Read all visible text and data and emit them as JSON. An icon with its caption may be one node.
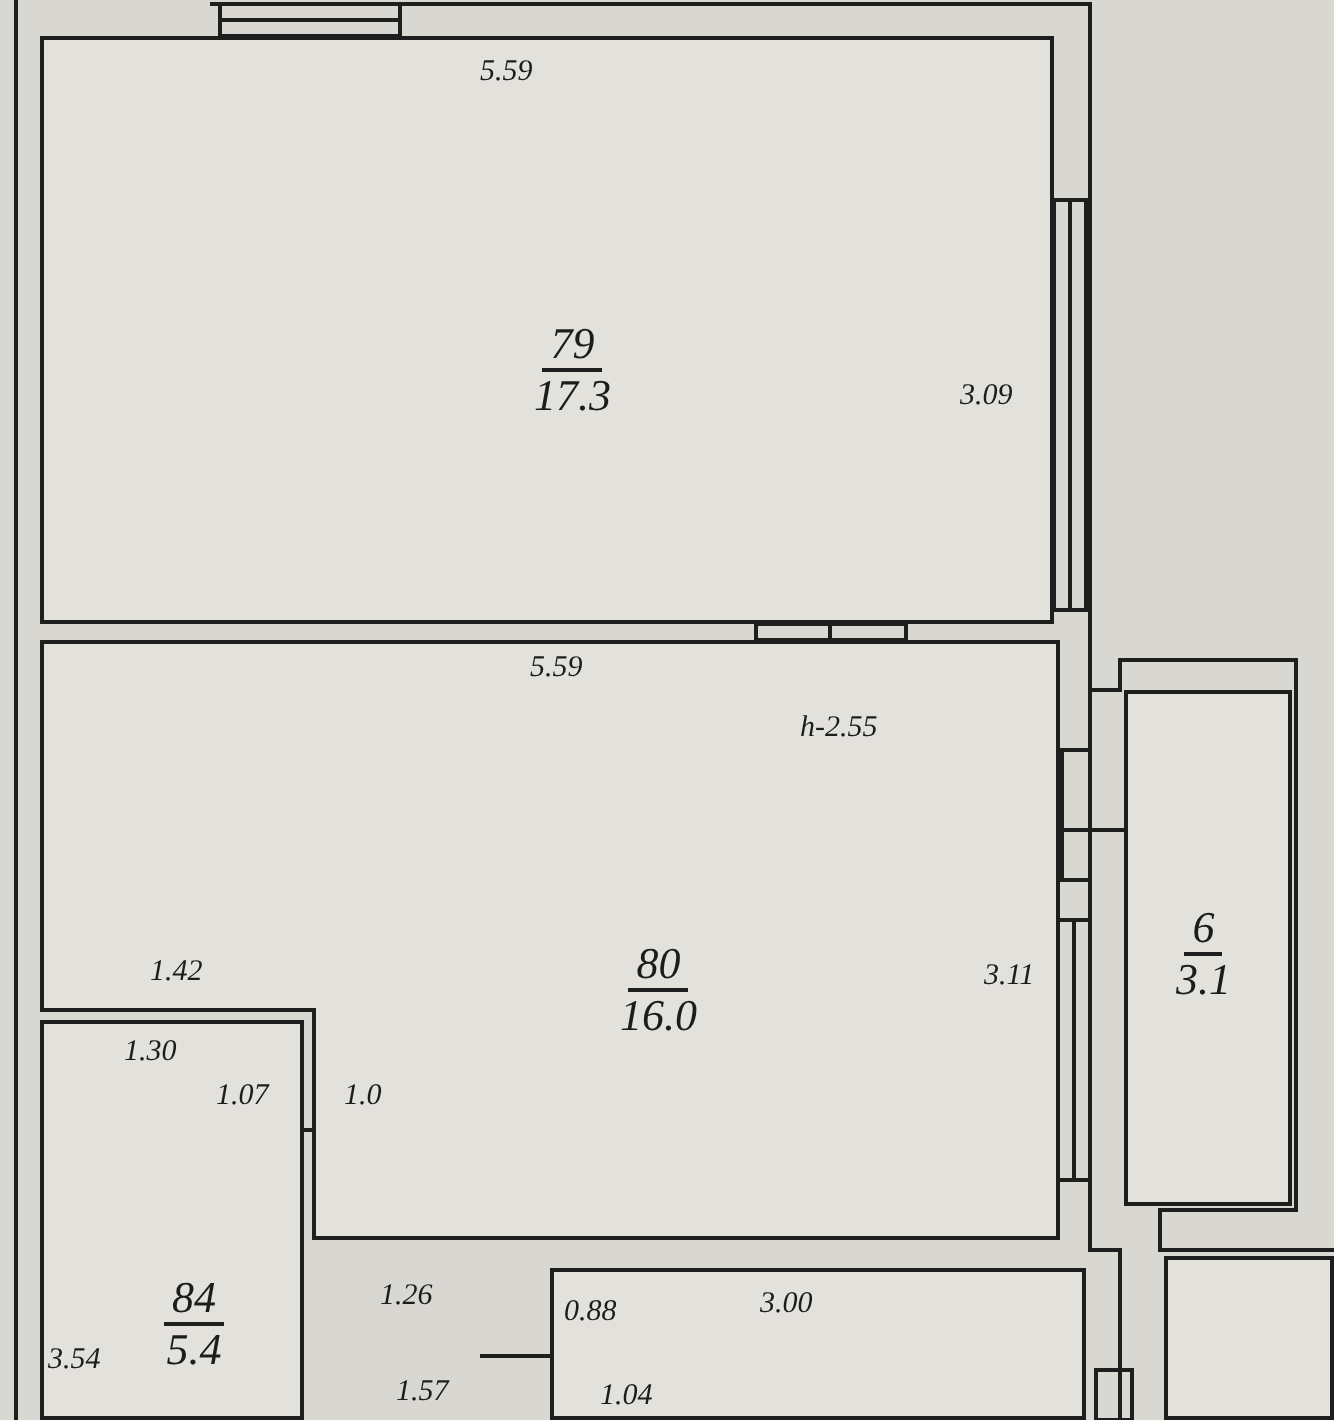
{
  "diagram": {
    "nodes": [
      {
        "text": [
          "79",
          "17.3"
        ]
      },
      {
        "text": [
          "80",
          "16.0"
        ]
      },
      {
        "text": [
          "6",
          "3.1"
        ]
      },
      {
        "text": [
          "84",
          "5.4"
        ]
      },
      {
        "text": [],
        "shape": "box"
      },
      {
        "text": [],
        "shape": "box"
      }
    ],
    "labels": [
      "5.59",
      "3.09",
      "5.59",
      "h-2.55",
      "1.42",
      "3.11",
      "1.30",
      "1.07",
      "1.0",
      "1.26",
      "0.88",
      "3.00",
      "3.54",
      "1.57",
      "1.04"
    ]
  }
}
